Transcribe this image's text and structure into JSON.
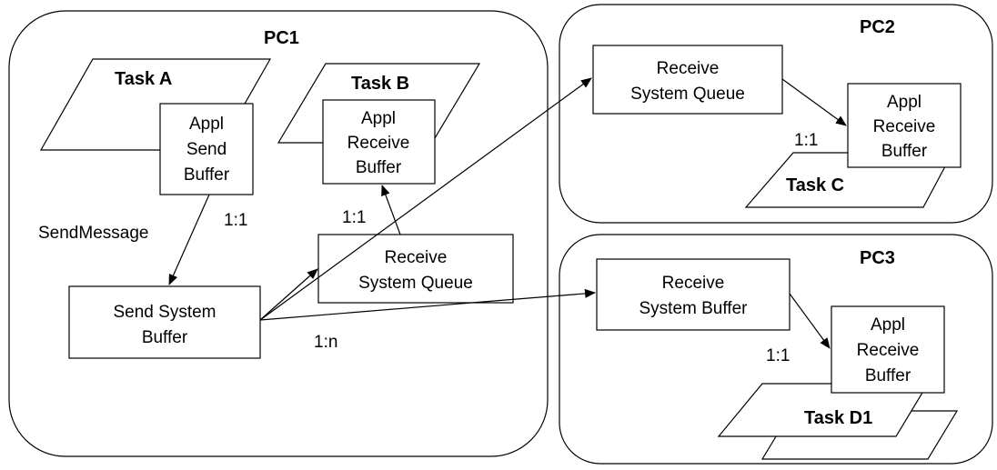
{
  "nodes": {
    "pc1": {
      "title": "PC1"
    },
    "pc2": {
      "title": "PC2"
    },
    "pc3": {
      "title": "PC3"
    },
    "task_a": {
      "label": "Task A"
    },
    "task_b": {
      "label": "Task B"
    },
    "task_c": {
      "label": "Task C"
    },
    "task_d1": {
      "label": "Task D1"
    },
    "appl_send_buffer": {
      "lines": [
        "Appl",
        "Send",
        "Buffer"
      ]
    },
    "appl_receive_buffer_b": {
      "lines": [
        "Appl",
        "Receive",
        "Buffer"
      ]
    },
    "send_system_buffer": {
      "lines": [
        "Send System",
        "Buffer"
      ]
    },
    "receive_system_queue_pc1": {
      "lines": [
        "Receive",
        "System Queue"
      ]
    },
    "receive_system_queue_pc2": {
      "lines": [
        "Receive",
        "System Queue"
      ]
    },
    "appl_receive_buffer_c": {
      "lines": [
        "Appl",
        "Receive",
        "Buffer"
      ]
    },
    "receive_system_buffer_pc3": {
      "lines": [
        "Receive",
        "System Buffer"
      ]
    },
    "appl_receive_buffer_d1": {
      "lines": [
        "Appl",
        "Receive",
        "Buffer"
      ]
    }
  },
  "edge_labels": {
    "send_message": "SendMessage",
    "pc1_send_ratio": "1:1",
    "pc1_receive_ratio": "1:1",
    "fanout_ratio": "1:n",
    "pc2_ratio": "1:1",
    "pc3_ratio": "1:1"
  },
  "colors": {
    "stroke": "#000000",
    "background": "#ffffff"
  }
}
